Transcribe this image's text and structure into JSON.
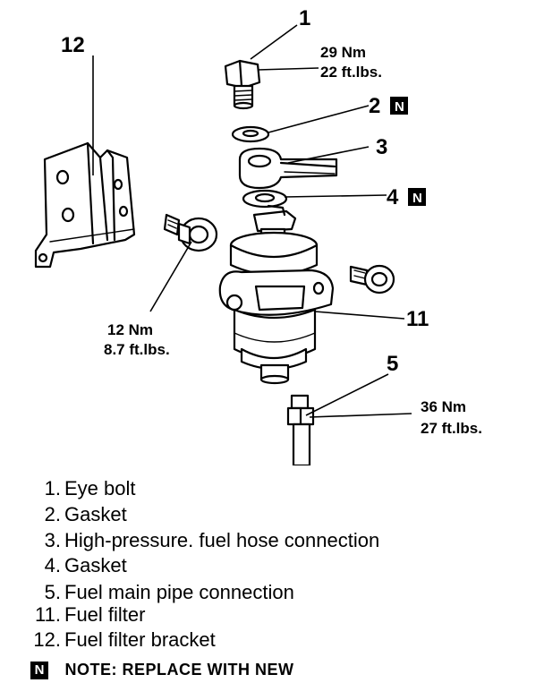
{
  "callouts": {
    "c1": "1",
    "c2": "2",
    "c3": "3",
    "c4": "4",
    "c5": "5",
    "c11": "11",
    "c12": "12",
    "n_symbol": "N"
  },
  "torques": {
    "eye_bolt": {
      "nm": "29 Nm",
      "ftlbs": "22 ft.lbs."
    },
    "bracket_bolt": {
      "nm": "12 Nm",
      "ftlbs": "8.7 ft.lbs."
    },
    "pipe_connection": {
      "nm": "36 Nm",
      "ftlbs": "27 ft.lbs."
    }
  },
  "legend": [
    {
      "num": "1.",
      "text": "Eye bolt"
    },
    {
      "num": "2.",
      "text": "Gasket"
    },
    {
      "num": "3.",
      "text": "High-pressure. fuel hose connection"
    },
    {
      "num": "4.",
      "text": "Gasket"
    },
    {
      "num": "5.",
      "text": "Fuel main pipe connection"
    },
    {
      "num": "11.",
      "text": "Fuel filter"
    },
    {
      "num": "12.",
      "text": "Fuel filter bracket"
    }
  ],
  "note": {
    "symbol": "N",
    "text": "NOTE:  REPLACE WITH NEW"
  }
}
